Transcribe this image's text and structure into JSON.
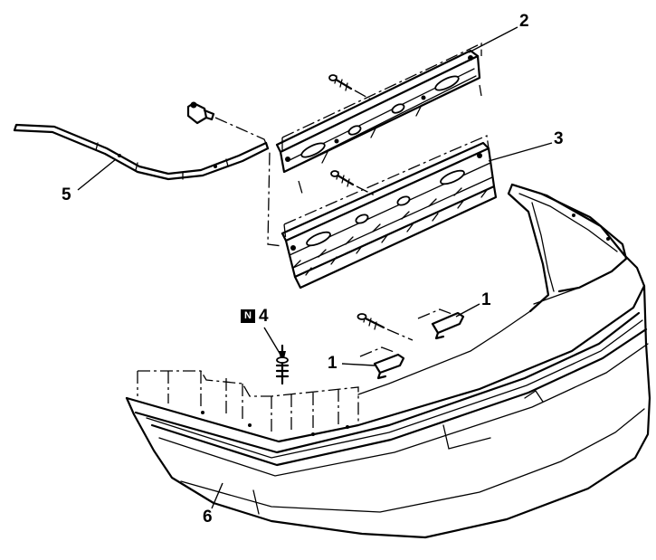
{
  "callouts": [
    {
      "id": "c1a",
      "label": "1"
    },
    {
      "id": "c1b",
      "label": "1"
    },
    {
      "id": "c2",
      "label": "2"
    },
    {
      "id": "c3",
      "label": "3"
    },
    {
      "id": "c4",
      "label": "4"
    },
    {
      "id": "c5",
      "label": "5"
    },
    {
      "id": "c6",
      "label": "6"
    }
  ],
  "new_part_mark": "N"
}
